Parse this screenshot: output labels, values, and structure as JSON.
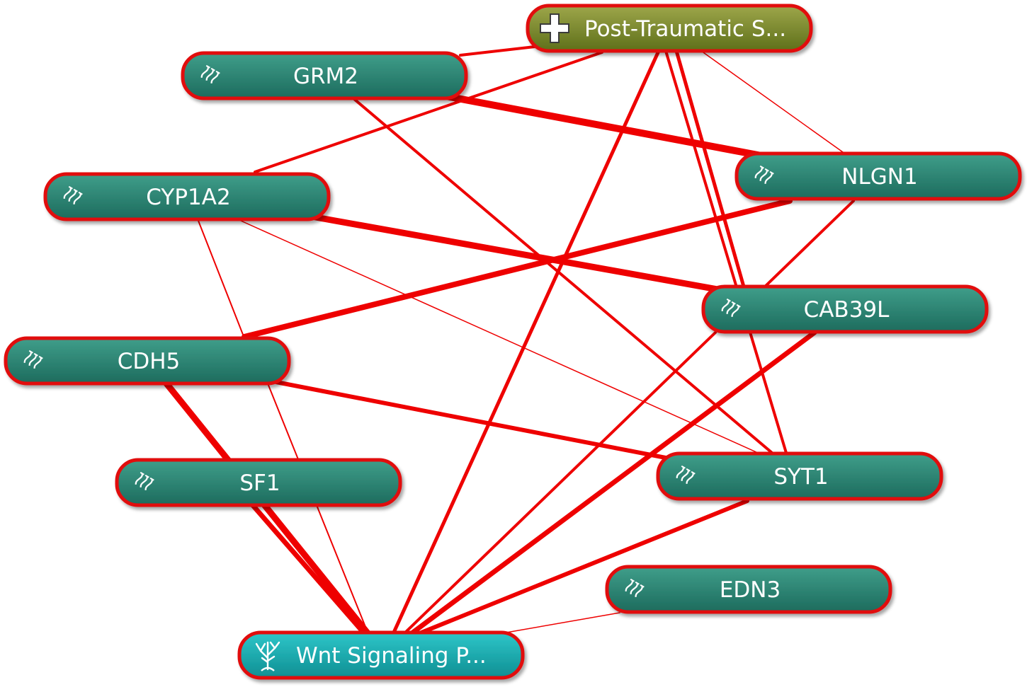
{
  "colors": {
    "edge": "#ee0000",
    "node_border": "#e10d0d",
    "gene_fill_top": "#3f9e8a",
    "gene_fill_bottom": "#1d6b5d",
    "disease_fill_top": "#9da64a",
    "disease_fill_bottom": "#5e6f1a",
    "pathway_fill_top": "#2ec6c9",
    "pathway_fill_bottom": "#0f8e92"
  },
  "nodes": [
    {
      "id": "ptsd",
      "label": "Post-Traumatic S...",
      "kind": "disease",
      "icon": "medical-cross-icon"
    },
    {
      "id": "grm2",
      "label": "GRM2",
      "kind": "gene",
      "icon": "gene-icon"
    },
    {
      "id": "nlgn1",
      "label": "NLGN1",
      "kind": "gene",
      "icon": "gene-icon"
    },
    {
      "id": "cyp1a2",
      "label": "CYP1A2",
      "kind": "gene",
      "icon": "gene-icon"
    },
    {
      "id": "cab39l",
      "label": "CAB39L",
      "kind": "gene",
      "icon": "gene-icon"
    },
    {
      "id": "cdh5",
      "label": "CDH5",
      "kind": "gene",
      "icon": "gene-icon"
    },
    {
      "id": "sf1",
      "label": "SF1",
      "kind": "gene",
      "icon": "gene-icon"
    },
    {
      "id": "syt1",
      "label": "SYT1",
      "kind": "gene",
      "icon": "gene-icon"
    },
    {
      "id": "edn3",
      "label": "EDN3",
      "kind": "gene",
      "icon": "gene-icon"
    },
    {
      "id": "wnt",
      "label": "Wnt Signaling P...",
      "kind": "pathway",
      "icon": "tree-icon"
    }
  ],
  "edges": [
    {
      "from": "ptsd",
      "to": "grm2",
      "weight": 4
    },
    {
      "from": "ptsd",
      "to": "cyp1a2",
      "weight": 4
    },
    {
      "from": "ptsd",
      "to": "wnt",
      "weight": 5
    },
    {
      "from": "ptsd",
      "to": "cab39l",
      "weight": 5
    },
    {
      "from": "ptsd",
      "to": "nlgn1",
      "weight": 1.5
    },
    {
      "from": "ptsd",
      "to": "syt1",
      "weight": 4
    },
    {
      "from": "grm2",
      "to": "nlgn1",
      "weight": 10
    },
    {
      "from": "grm2",
      "to": "syt1",
      "weight": 4
    },
    {
      "from": "cyp1a2",
      "to": "cab39l",
      "weight": 9
    },
    {
      "from": "cyp1a2",
      "to": "syt1",
      "weight": 1.5
    },
    {
      "from": "cyp1a2",
      "to": "cdh5",
      "weight": 2
    },
    {
      "from": "nlgn1",
      "to": "cdh5",
      "weight": 8
    },
    {
      "from": "nlgn1",
      "to": "cab39l",
      "weight": 4
    },
    {
      "from": "cdh5",
      "to": "syt1",
      "weight": 6
    },
    {
      "from": "cdh5",
      "to": "wnt",
      "weight": 9
    },
    {
      "from": "cdh5",
      "to": "sf1",
      "weight": 2
    },
    {
      "from": "sf1",
      "to": "wnt",
      "weight": 7
    },
    {
      "from": "cab39l",
      "to": "wnt",
      "weight": 4
    },
    {
      "from": "cab39l",
      "to": "wnt2",
      "weight": 0
    },
    {
      "from": "syt1",
      "to": "wnt",
      "weight": 6
    },
    {
      "from": "edn3",
      "to": "wnt",
      "weight": 1.5
    },
    {
      "from": "cab39l",
      "to": "wnt",
      "weight": 7
    }
  ]
}
